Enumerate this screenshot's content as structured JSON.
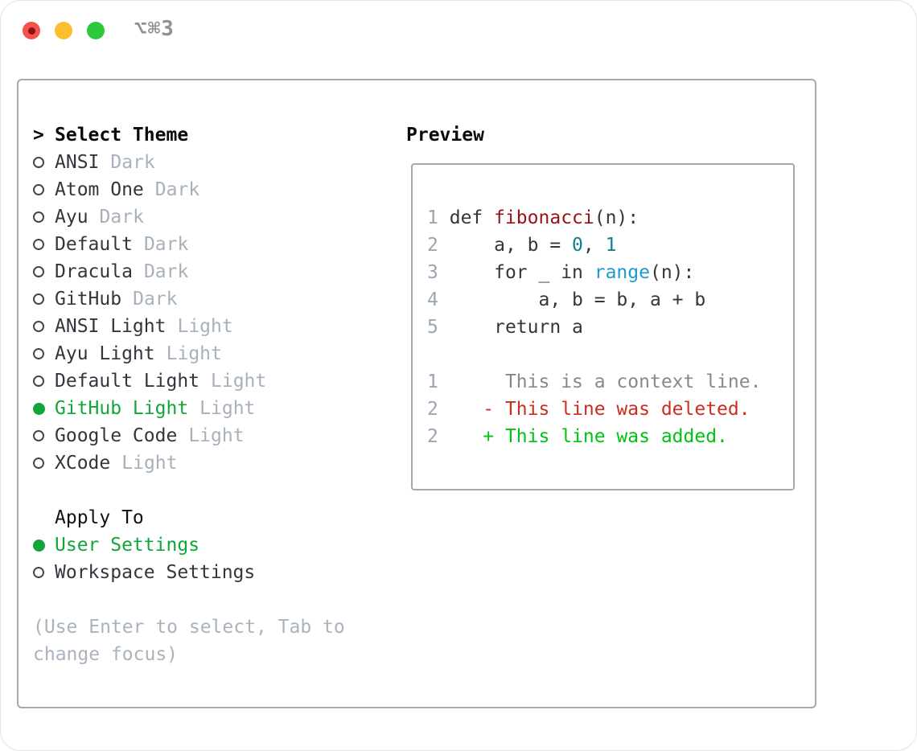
{
  "window": {
    "title": "⌥⌘3",
    "traffic_lights": [
      "close",
      "minimize",
      "zoom"
    ]
  },
  "left": {
    "header_prefix": ">",
    "header": "Select Theme",
    "themes": [
      {
        "name": "ANSI",
        "variant": "Dark",
        "selected": false
      },
      {
        "name": "Atom One",
        "variant": "Dark",
        "selected": false
      },
      {
        "name": "Ayu",
        "variant": "Dark",
        "selected": false
      },
      {
        "name": "Default",
        "variant": "Dark",
        "selected": false
      },
      {
        "name": "Dracula",
        "variant": "Dark",
        "selected": false
      },
      {
        "name": "GitHub",
        "variant": "Dark",
        "selected": false
      },
      {
        "name": "ANSI Light",
        "variant": "Light",
        "selected": false
      },
      {
        "name": "Ayu Light",
        "variant": "Light",
        "selected": false
      },
      {
        "name": "Default Light",
        "variant": "Light",
        "selected": false
      },
      {
        "name": "GitHub Light",
        "variant": "Light",
        "selected": true
      },
      {
        "name": "Google Code",
        "variant": "Light",
        "selected": false
      },
      {
        "name": "XCode",
        "variant": "Light",
        "selected": false
      }
    ],
    "apply_to": {
      "header": "Apply To",
      "options": [
        {
          "label": "User Settings",
          "selected": true
        },
        {
          "label": "Workspace Settings",
          "selected": false
        }
      ]
    },
    "hint": "(Use Enter to select, Tab to change focus)"
  },
  "preview": {
    "header": "Preview",
    "code_lines": [
      {
        "num": "1",
        "segments": [
          {
            "t": "def ",
            "c": "code"
          },
          {
            "t": "fibonacci",
            "c": "title"
          },
          {
            "t": "(n):",
            "c": "code"
          }
        ]
      },
      {
        "num": "2",
        "segments": [
          {
            "t": "    a, b = ",
            "c": "code"
          },
          {
            "t": "0",
            "c": "number"
          },
          {
            "t": ", ",
            "c": "code"
          },
          {
            "t": "1",
            "c": "number"
          }
        ]
      },
      {
        "num": "3",
        "segments": [
          {
            "t": "    for _ in ",
            "c": "code"
          },
          {
            "t": "range",
            "c": "builtin"
          },
          {
            "t": "(n):",
            "c": "code"
          }
        ]
      },
      {
        "num": "4",
        "segments": [
          {
            "t": "        a, b = b, a + b",
            "c": "code"
          }
        ]
      },
      {
        "num": "5",
        "segments": [
          {
            "t": "    return a",
            "c": "code"
          }
        ]
      },
      {
        "num": "",
        "segments": []
      },
      {
        "num": "1",
        "segments": [
          {
            "t": "     This is a context line.",
            "c": "context"
          }
        ]
      },
      {
        "num": "2",
        "segments": [
          {
            "t": "   - This line was deleted.",
            "c": "deleted"
          }
        ]
      },
      {
        "num": "2",
        "segments": [
          {
            "t": "   + This line was added.",
            "c": "added"
          }
        ]
      }
    ]
  },
  "colors": {
    "selection_green": "#12a63a",
    "added_green": "#00c213",
    "deleted_red": "#cb2d1f",
    "function_red": "#9a1212",
    "number_teal": "#0e8087",
    "builtin_blue": "#1e9bce",
    "code_text": "#33363b",
    "muted_gray": "#a7b1bc",
    "border_gray": "#a2a9b3",
    "traffic_red": "#f4524c",
    "traffic_yellow": "#fcbd2f",
    "traffic_green": "#2dc83e"
  }
}
